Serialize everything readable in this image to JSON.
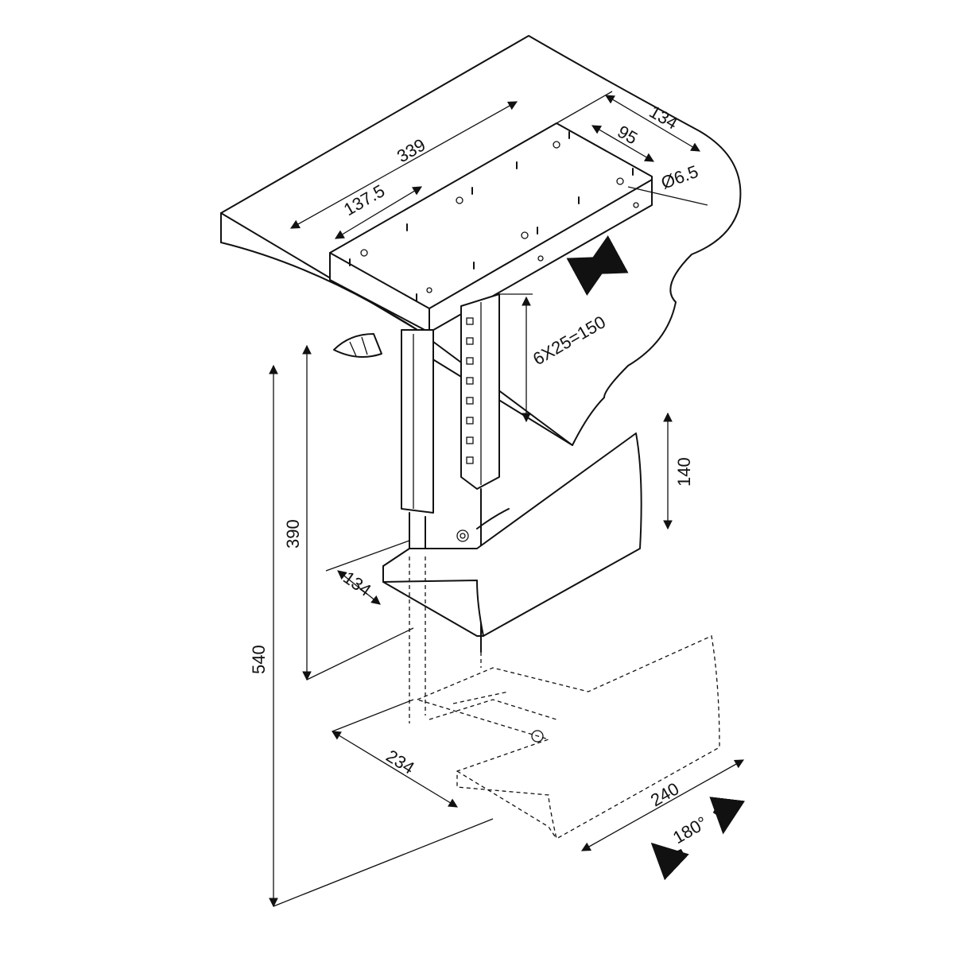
{
  "dimensions": {
    "plate_length": "339",
    "plate_width": "134",
    "hole_spacing": "95",
    "hole_diameter": "Ø6.5",
    "hole_offset": "137.5",
    "adjust_steps": "6X25=150",
    "holder_height": "140",
    "holder_depth": "134",
    "column_height": "390",
    "total_height": "540",
    "base_width": "234",
    "base_length": "240",
    "rotation": "180°"
  },
  "colors": {
    "line": "#111111",
    "background": "#ffffff"
  }
}
